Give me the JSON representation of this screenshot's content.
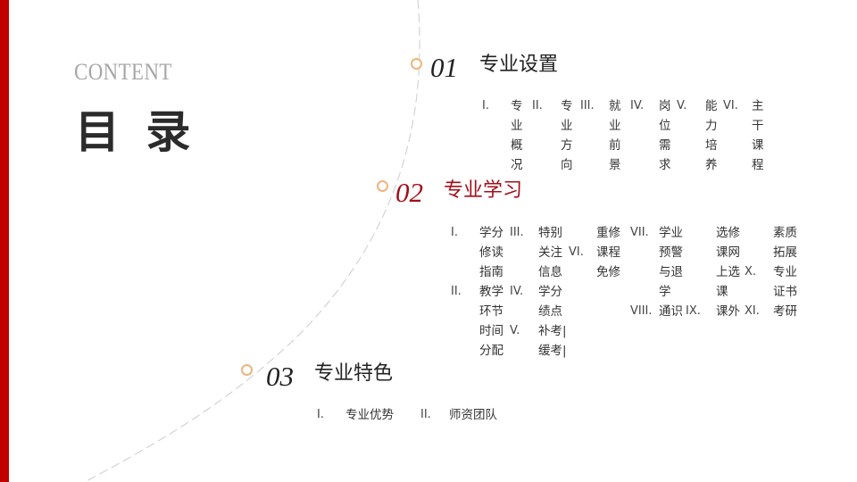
{
  "header": {
    "content_label": "CONTENT",
    "title": "目 录"
  },
  "sections": [
    {
      "number": "01",
      "title": "专业设置",
      "items": [
        {
          "roman": "I.",
          "text": "专业概况"
        },
        {
          "roman": "II.",
          "text": "专业方向"
        },
        {
          "roman": "III.",
          "text": "就业前景"
        },
        {
          "roman": "IV.",
          "text": "岗位需求"
        },
        {
          "roman": "V.",
          "text": "能力培养"
        },
        {
          "roman": "VI.",
          "text": "主干课程"
        }
      ]
    },
    {
      "number": "02",
      "title": "专业学习",
      "items": [
        {
          "roman": "I.",
          "text": "学分修读指南"
        },
        {
          "roman": "II.",
          "text": "教学环节时间分配"
        },
        {
          "roman": "III.",
          "text": "特别关注信息"
        },
        {
          "roman": "IV.",
          "text": "学分绩点"
        },
        {
          "roman": "V.",
          "text": "补考|缓考|"
        },
        {
          "roman": "VI.",
          "text": "重修课程免修"
        },
        {
          "roman": "VII.",
          "text": "学业预警与退学"
        },
        {
          "roman": "VIII.",
          "text": "通识"
        },
        {
          "roman": "",
          "text": "选修课网上选课"
        },
        {
          "roman": "IX.",
          "text": "课外"
        },
        {
          "roman": "",
          "text": "素质拓展"
        },
        {
          "roman": "X.",
          "text": "专业证书"
        },
        {
          "roman": "XI.",
          "text": "考研"
        }
      ]
    },
    {
      "number": "03",
      "title": "专业特色",
      "items": [
        {
          "roman": "I.",
          "text": "专业优势"
        },
        {
          "roman": "II.",
          "text": "师资团队"
        }
      ]
    }
  ],
  "colors": {
    "accent": "#c00000",
    "highlight": "#a30f1a",
    "dot": "#f0b47c",
    "arc": "#cccccc"
  }
}
